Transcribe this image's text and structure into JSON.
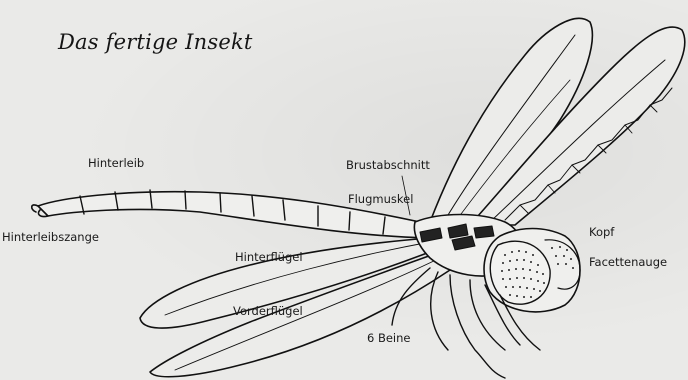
{
  "title": "Das fertige Insekt",
  "labels": {
    "hinterleib": "Hinterleib",
    "hinterleibszange": "Hinterleibszange",
    "brustabschnitt": "Brustabschnitt",
    "flugmuskel": "Flugmuskel",
    "kopf": "Kopf",
    "facettenauge": "Facettenauge",
    "hinterfluegel": "Hinterflügel",
    "vorderfluegel": "Vorderflügel",
    "beine": "6 Beine"
  }
}
